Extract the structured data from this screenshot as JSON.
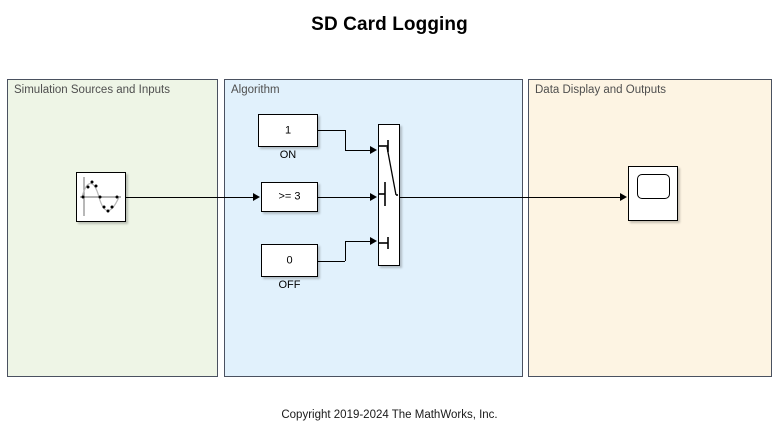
{
  "page": {
    "title": "SD Card Logging",
    "copyright": "Copyright 2019-2024 The MathWorks, Inc."
  },
  "colors": {
    "area_sources_fill": "#eef5e6",
    "area_algorithm_fill": "#e1f1fc",
    "area_outputs_fill": "#fdf4e3",
    "area_border": "#4a5160",
    "area_label_text": "#4f4f4f",
    "block_border": "#000000",
    "block_fill": "#ffffff",
    "wire": "#000000",
    "canvas": "#ffffff"
  },
  "areas": [
    {
      "id": "sources",
      "label": "Simulation Sources and Inputs"
    },
    {
      "id": "algorithm",
      "label": "Algorithm"
    },
    {
      "id": "outputs",
      "label": "Data Display and Outputs"
    }
  ],
  "blocks": {
    "source": {
      "name": "sine-wave-source",
      "icon": "sine-wave-with-samples-icon",
      "label": ""
    },
    "const_on": {
      "name": "constant-on",
      "value": "1",
      "caption": "ON"
    },
    "compare": {
      "name": "compare-to-constant",
      "value": ">= 3",
      "caption": ""
    },
    "const_off": {
      "name": "constant-off",
      "value": "0",
      "caption": "OFF"
    },
    "switch": {
      "name": "switch-block",
      "icon": "switch-icon",
      "ports_in": 3,
      "ports_out": 1
    },
    "scope": {
      "name": "scope-block",
      "icon": "scope-screen-icon"
    }
  },
  "signals": [
    {
      "name": "source-to-compare",
      "from": "sine-wave-source",
      "to": "compare-to-constant"
    },
    {
      "name": "const-on-to-switch-port1",
      "from": "constant-on",
      "to": "switch-block"
    },
    {
      "name": "compare-to-switch-port2",
      "from": "compare-to-constant",
      "to": "switch-block"
    },
    {
      "name": "const-off-to-switch-port3",
      "from": "constant-off",
      "to": "switch-block"
    },
    {
      "name": "switch-to-scope",
      "from": "switch-block",
      "to": "scope-block"
    }
  ]
}
